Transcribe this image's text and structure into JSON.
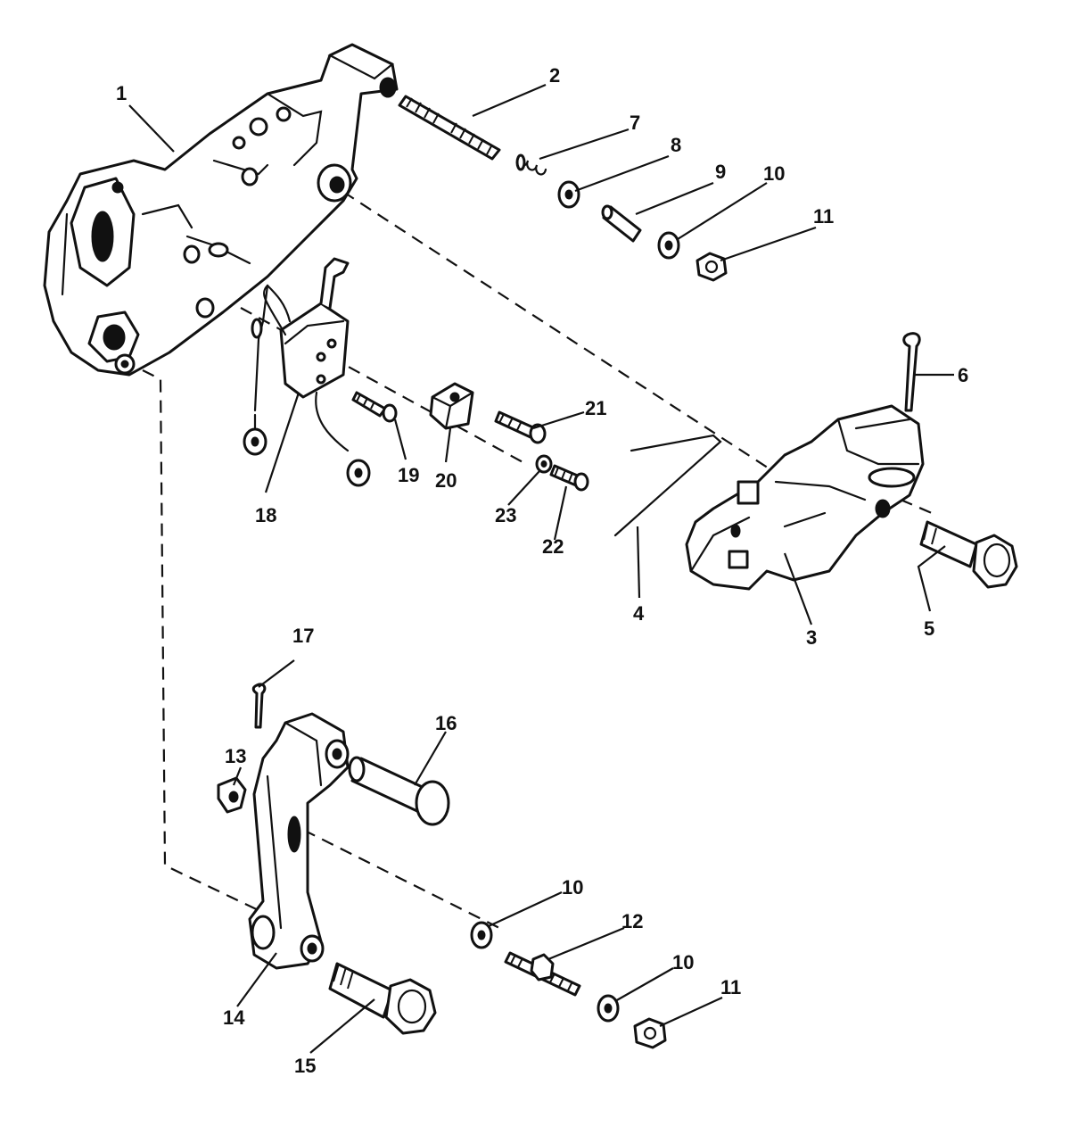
{
  "callouts": [
    {
      "id": "c1",
      "label": "1"
    },
    {
      "id": "c2",
      "label": "2"
    },
    {
      "id": "c3",
      "label": "3"
    },
    {
      "id": "c4",
      "label": "4"
    },
    {
      "id": "c5",
      "label": "5"
    },
    {
      "id": "c6",
      "label": "6"
    },
    {
      "id": "c7",
      "label": "7"
    },
    {
      "id": "c8",
      "label": "8"
    },
    {
      "id": "c9",
      "label": "9"
    },
    {
      "id": "c10a",
      "label": "10"
    },
    {
      "id": "c11a",
      "label": "11"
    },
    {
      "id": "c10b",
      "label": "10"
    },
    {
      "id": "c10c",
      "label": "10"
    },
    {
      "id": "c11b",
      "label": "11"
    },
    {
      "id": "c12",
      "label": "12"
    },
    {
      "id": "c13",
      "label": "13"
    },
    {
      "id": "c14",
      "label": "14"
    },
    {
      "id": "c15",
      "label": "15"
    },
    {
      "id": "c16",
      "label": "16"
    },
    {
      "id": "c17",
      "label": "17"
    },
    {
      "id": "c18",
      "label": "18"
    },
    {
      "id": "c19",
      "label": "19"
    },
    {
      "id": "c20",
      "label": "20"
    },
    {
      "id": "c21",
      "label": "21"
    },
    {
      "id": "c22",
      "label": "22"
    },
    {
      "id": "c23",
      "label": "23"
    }
  ]
}
